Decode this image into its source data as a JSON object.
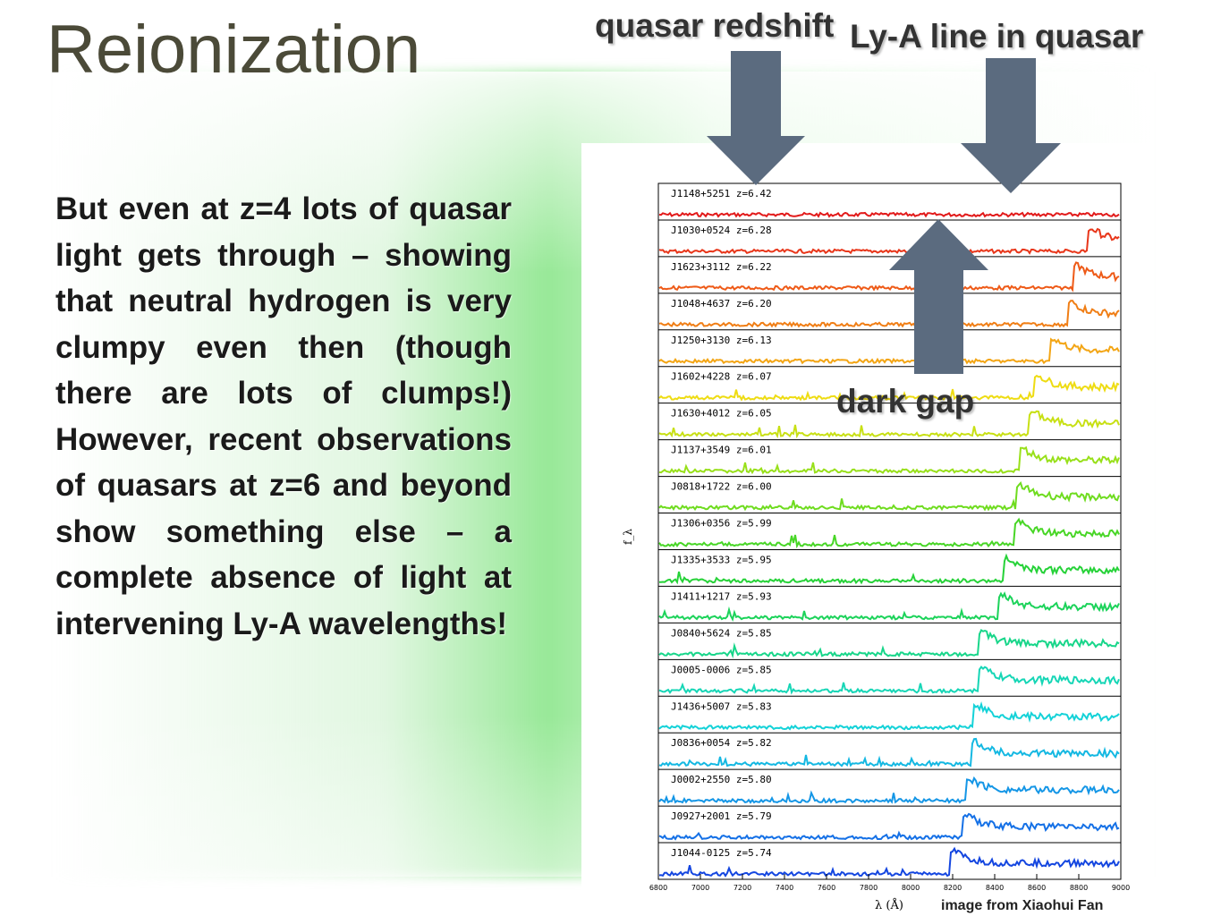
{
  "slide": {
    "title": "Reionization",
    "body": "But even at z=4 lots of quasar light gets through – showing that neutral hydrogen is very clumpy even then (though there are lots of clumps!) However, recent observations of quasars at z=6 and beyond show something else – a complete absence of light at intervening Ly-A wavelengths!",
    "credit": "image from Xiaohui Fan"
  },
  "annotations": {
    "quasar_redshift": "quasar redshift",
    "lya_line": "Ly-A line in quasar",
    "dark_gap": "dark gap",
    "arrow_color": "#5b6b7f"
  },
  "chart_data": {
    "type": "line",
    "title": "",
    "xlabel": "λ (Å)",
    "ylabel": "f_λ",
    "xlim": [
      6800,
      9000
    ],
    "x_ticks": [
      "6800",
      "7000",
      "7200",
      "7400",
      "7600",
      "7800",
      "8000",
      "8200",
      "8400",
      "8600",
      "8800",
      "9000"
    ],
    "series": [
      {
        "name": "J1148+5251 z=6.42",
        "z": 6.42,
        "color": "#e21a1a"
      },
      {
        "name": "J1030+0524 z=6.28",
        "z": 6.28,
        "color": "#e8361a"
      },
      {
        "name": "J1623+3112 z=6.22",
        "z": 6.22,
        "color": "#ee5a17"
      },
      {
        "name": "J1048+4637 z=6.20",
        "z": 6.2,
        "color": "#f07e15"
      },
      {
        "name": "J1250+3130 z=6.13",
        "z": 6.13,
        "color": "#f3a514"
      },
      {
        "name": "J1602+4228 z=6.07",
        "z": 6.07,
        "color": "#eedc12"
      },
      {
        "name": "J1630+4012 z=6.05",
        "z": 6.05,
        "color": "#c8e014"
      },
      {
        "name": "J1137+3549 z=6.01",
        "z": 6.01,
        "color": "#98e01a"
      },
      {
        "name": "J0818+1722 z=6.00",
        "z": 6.0,
        "color": "#6fdc1f"
      },
      {
        "name": "J1306+0356 z=5.99",
        "z": 5.99,
        "color": "#48d626"
      },
      {
        "name": "J1335+3533 z=5.95",
        "z": 5.95,
        "color": "#26d238"
      },
      {
        "name": "J1411+1217 z=5.93",
        "z": 5.93,
        "color": "#1cd35a"
      },
      {
        "name": "J0840+5624 z=5.85",
        "z": 5.85,
        "color": "#18d68a"
      },
      {
        "name": "J0005-0006 z=5.85",
        "z": 5.85,
        "color": "#16d6b6"
      },
      {
        "name": "J1436+5007 z=5.83",
        "z": 5.83,
        "color": "#14d2d8"
      },
      {
        "name": "J0836+0054 z=5.82",
        "z": 5.82,
        "color": "#14b8e2"
      },
      {
        "name": "J0002+2550 z=5.80",
        "z": 5.8,
        "color": "#1496e6"
      },
      {
        "name": "J0927+2001 z=5.79",
        "z": 5.79,
        "color": "#1470e6"
      },
      {
        "name": "J1044-0125 z=5.74",
        "z": 5.74,
        "color": "#1446e0"
      }
    ]
  }
}
